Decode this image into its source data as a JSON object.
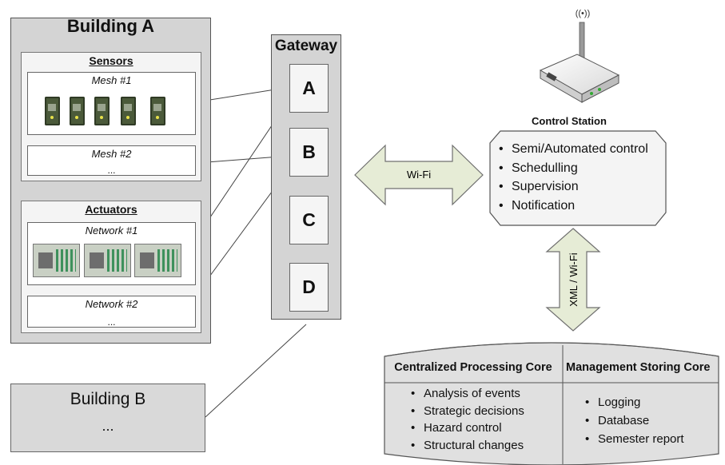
{
  "building_a": {
    "title": "Building A",
    "sensors": {
      "label": "Sensors",
      "mesh1": "Mesh #1",
      "mesh2": "Mesh #2",
      "ellipsis": "..."
    },
    "actuators": {
      "label": "Actuators",
      "network1": "Network #1",
      "network2": "Network #2",
      "ellipsis": "..."
    }
  },
  "gateway": {
    "title": "Gateway",
    "ports": [
      "A",
      "B",
      "C",
      "D"
    ]
  },
  "building_b": {
    "title": "Building B",
    "ellipsis": "..."
  },
  "wifi_arrow": {
    "label": "Wi-Fi"
  },
  "control_station": {
    "label": "Control Station",
    "antenna_symbol": "((•))",
    "items": [
      "Semi/Automated control",
      "Schedulling",
      "Supervision",
      "Notification"
    ]
  },
  "xml_arrow": {
    "label": "XML / Wi-Fi"
  },
  "database": {
    "processing": {
      "title": "Centralized Processing Core",
      "items": [
        "Analysis of events",
        "Strategic decisions",
        "Hazard control",
        "Structural changes"
      ]
    },
    "storing": {
      "title": "Management Storing Core",
      "items": [
        "Logging",
        "Database",
        "Semester report"
      ]
    }
  },
  "colors": {
    "panel_gray": "#d4d4d4",
    "arrow_fill": "#e6ecd6",
    "arrow_stroke": "#6f6f6f",
    "cylinder_fill": "#e0e0e0"
  },
  "icons": {
    "sensor_node": "sensor-board-icon",
    "actuator_board": "relay-board-icon",
    "router": "router-icon"
  }
}
